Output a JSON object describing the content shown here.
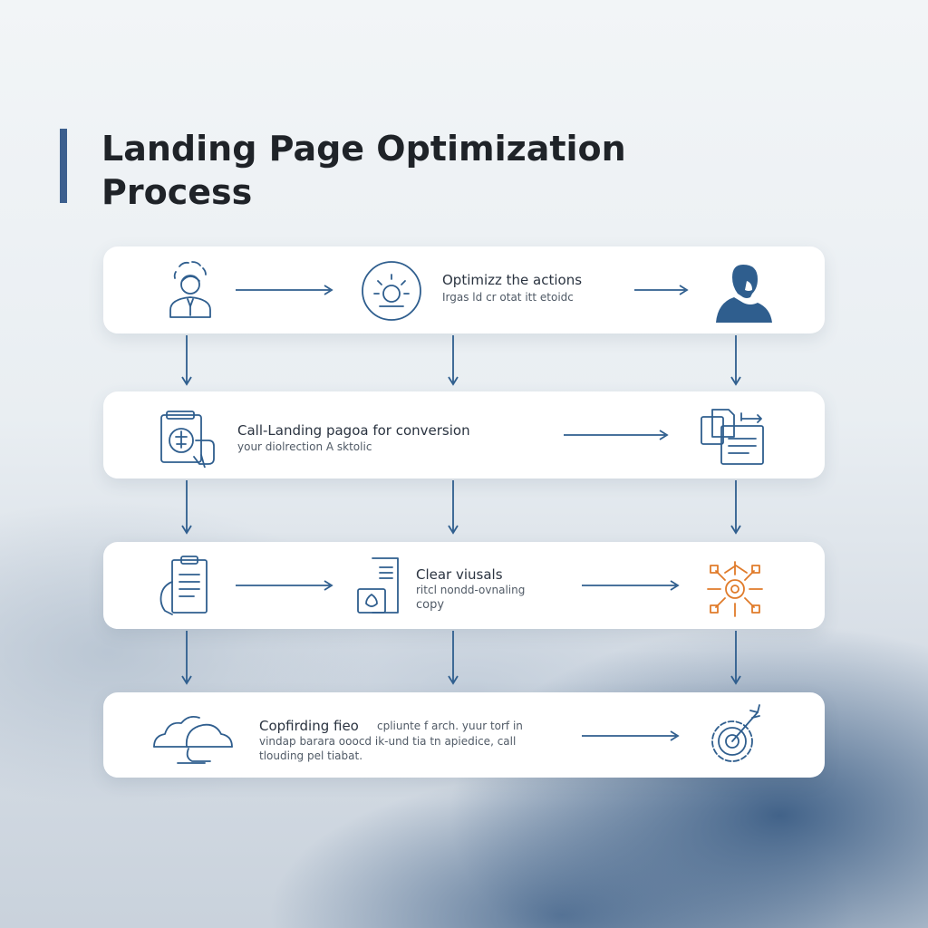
{
  "title": "Landing Page Optimization Process",
  "colors": {
    "primary": "#2f5e8e",
    "accent_orange": "#e07b2a",
    "title_bar": "#3c5f8e"
  },
  "rows": [
    {
      "icons": [
        "person-thinking-icon",
        "sun-icon",
        "person-silhouette-icon"
      ],
      "title": "Optimizz the actions",
      "subtitle": "Irgas ld cr otat itt etoidc"
    },
    {
      "icons": [
        "document-hand-icon",
        "documents-share-icon"
      ],
      "title": "Call-Landing pagoa for conversion",
      "subtitle": "your diolrection A sktolic"
    },
    {
      "icons": [
        "clipboard-hand-icon",
        "document-shield-icon",
        "gear-nodes-icon"
      ],
      "title": "Clear viusals",
      "subtitle_lines": [
        "ritcl nondd-ovnaling",
        "copy"
      ]
    },
    {
      "icons": [
        "clouds-icon",
        "target-gear-icon"
      ],
      "title": "Copfirding fieo",
      "subtitle_lines": [
        "cpliunte f arch. yuur torf in",
        "vindap barara ooocd ik-und tia tn apiedice, call",
        "tlouding pel tiabat."
      ]
    }
  ]
}
